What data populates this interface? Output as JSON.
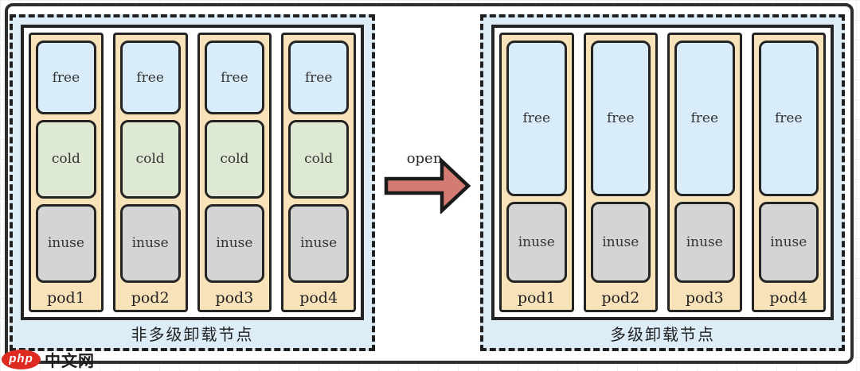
{
  "diagram": {
    "arrow": {
      "label": "open"
    },
    "left_node": {
      "label": "非多级卸载节点",
      "pods": [
        {
          "name": "pod1",
          "blocks": [
            {
              "label": "free"
            },
            {
              "label": "cold"
            },
            {
              "label": "inuse"
            }
          ]
        },
        {
          "name": "pod2",
          "blocks": [
            {
              "label": "free"
            },
            {
              "label": "cold"
            },
            {
              "label": "inuse"
            }
          ]
        },
        {
          "name": "pod3",
          "blocks": [
            {
              "label": "free"
            },
            {
              "label": "cold"
            },
            {
              "label": "inuse"
            }
          ]
        },
        {
          "name": "pod4",
          "blocks": [
            {
              "label": "free"
            },
            {
              "label": "cold"
            },
            {
              "label": "inuse"
            }
          ]
        }
      ]
    },
    "right_node": {
      "label": "多级卸载节点",
      "pods": [
        {
          "name": "pod1",
          "blocks": [
            {
              "label": "free"
            },
            {
              "label": "inuse"
            }
          ]
        },
        {
          "name": "pod2",
          "blocks": [
            {
              "label": "free"
            },
            {
              "label": "inuse"
            }
          ]
        },
        {
          "name": "pod3",
          "blocks": [
            {
              "label": "free"
            },
            {
              "label": "inuse"
            }
          ]
        },
        {
          "name": "pod4",
          "blocks": [
            {
              "label": "free"
            },
            {
              "label": "inuse"
            }
          ]
        }
      ]
    },
    "colors": {
      "free": "#d8ecf9",
      "cold": "#dde9d3",
      "inuse": "#d4d4d4",
      "pod": "#f8e2ba",
      "node": "#dcedf8",
      "arrow": "#d57c72",
      "border": "#242424",
      "logo": "#dd2b21"
    }
  },
  "watermark": {
    "logo": "php",
    "text": "中文网"
  }
}
